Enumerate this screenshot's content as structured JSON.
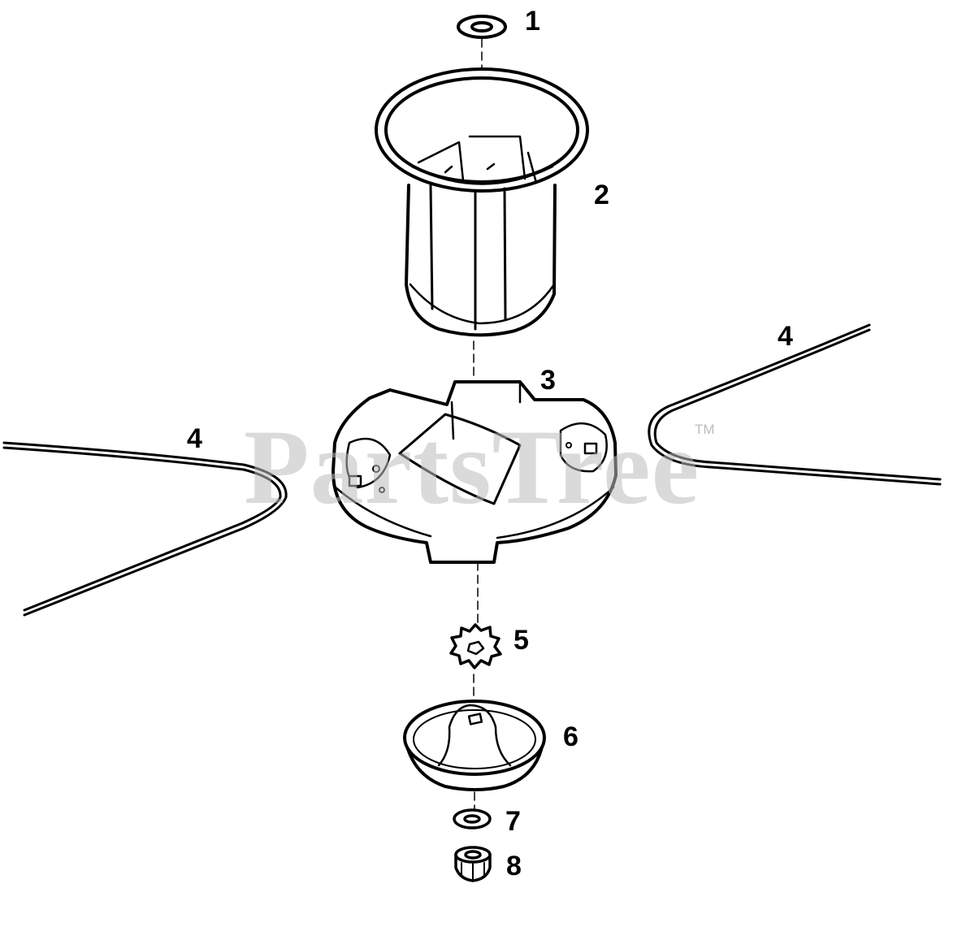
{
  "watermark": {
    "brand": "PartsTree",
    "trademark": "TM"
  },
  "callouts": [
    {
      "id": "1",
      "label": "1"
    },
    {
      "id": "2",
      "label": "2"
    },
    {
      "id": "3",
      "label": "3"
    },
    {
      "id": "4a",
      "label": "4"
    },
    {
      "id": "4b",
      "label": "4"
    },
    {
      "id": "5",
      "label": "5"
    },
    {
      "id": "6",
      "label": "6"
    },
    {
      "id": "7",
      "label": "7"
    },
    {
      "id": "8",
      "label": "8"
    }
  ]
}
